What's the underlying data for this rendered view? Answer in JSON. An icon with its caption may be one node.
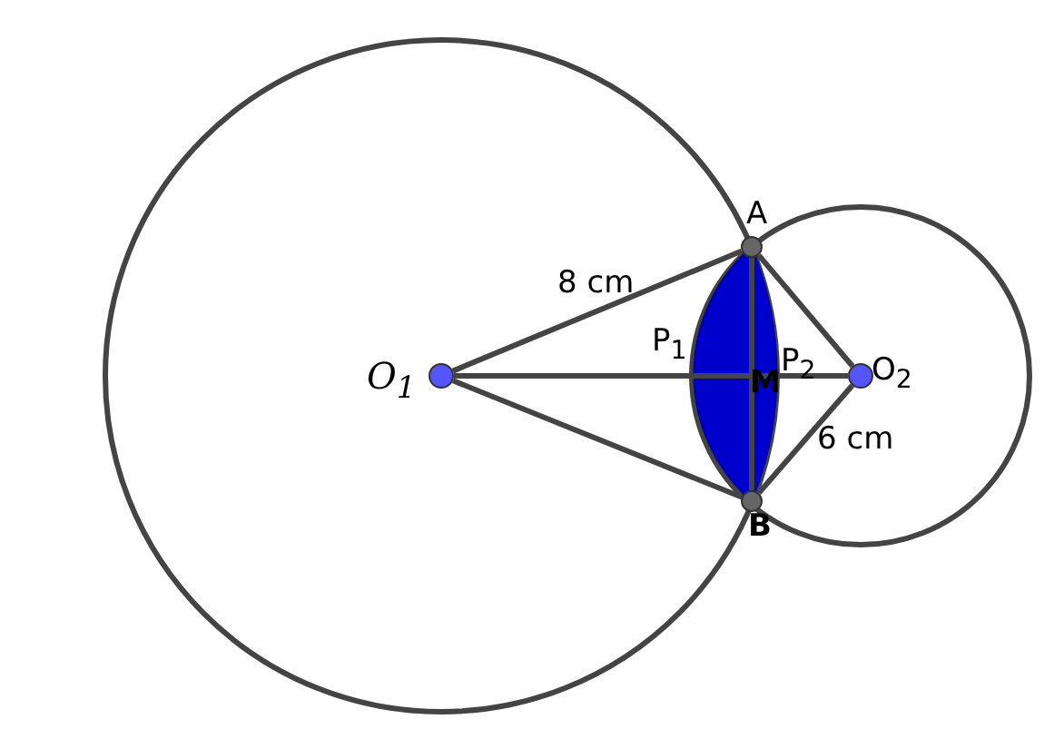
{
  "diagram": {
    "nodes": [
      {
        "text": [
          "O$_{1}$"
        ]
      },
      {
        "text": [
          "A"
        ]
      },
      {
        "text": [
          "B"
        ]
      },
      {
        "text": [
          "O$_{2}$"
        ]
      }
    ],
    "edges": [
      {
        "from": 0,
        "to": 1,
        "arrow": "none",
        "label": "8 cm"
      },
      {
        "from": 0,
        "to": 2,
        "arrow": "none"
      },
      {
        "from": 0,
        "to": 3,
        "arrow": "none"
      },
      {
        "from": 1,
        "to": 2,
        "arrow": "none"
      },
      {
        "from": 1,
        "to": 3,
        "arrow": "none"
      },
      {
        "from": 2,
        "to": 3,
        "arrow": "none",
        "label": "6 cm"
      }
    ],
    "labels": [
      "P$_{1}$",
      "P$_{2}$",
      "M"
    ]
  }
}
